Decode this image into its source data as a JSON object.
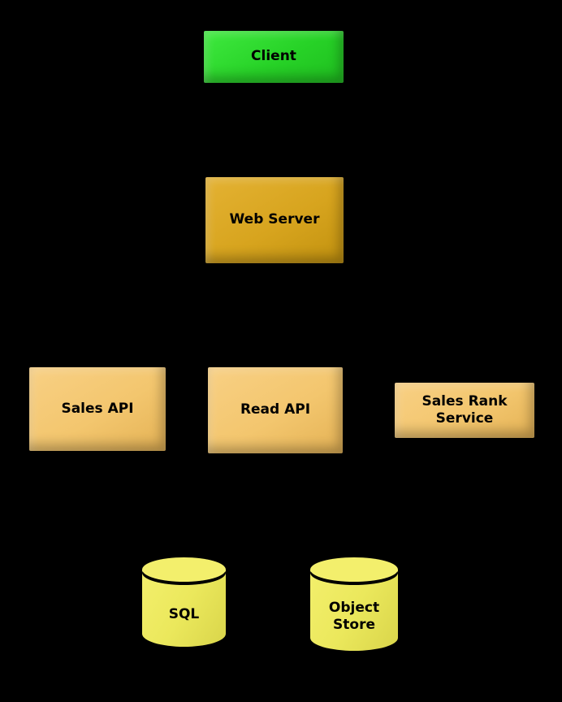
{
  "diagram": {
    "background_color": "#000000",
    "text_color": "#000000",
    "nodes": [
      {
        "id": "client",
        "label": "Client",
        "type": "box",
        "color": "#27d227"
      },
      {
        "id": "web-server",
        "label": "Web Server",
        "type": "box",
        "color": "#d7a41e"
      },
      {
        "id": "sales-api",
        "label": "Sales API",
        "type": "box",
        "color": "#f3c66e"
      },
      {
        "id": "read-api",
        "label": "Read API",
        "type": "box",
        "color": "#f3c66e"
      },
      {
        "id": "sales-rank-service",
        "label": "Sales Rank\nService",
        "type": "box",
        "color": "#f3c66e"
      },
      {
        "id": "sql",
        "label": "SQL",
        "type": "cylinder",
        "color": "#ebe85c"
      },
      {
        "id": "object-store",
        "label": "Object\nStore",
        "type": "cylinder",
        "color": "#ebe85c"
      }
    ]
  }
}
